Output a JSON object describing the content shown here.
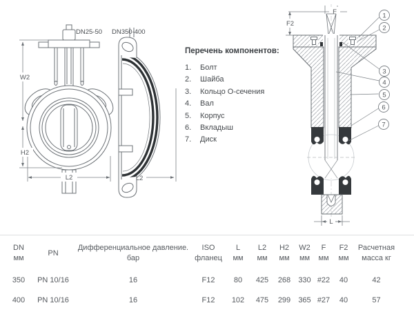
{
  "colors": {
    "line": "#6b7075",
    "liner_dark": "#35393c",
    "drawing_text": "#54585c",
    "table_text": "#55595e",
    "divider": "#dcdee0"
  },
  "drawings": {
    "front_view_label": "DN25-50",
    "side_view_label": "DN350-400",
    "dims": {
      "w2": "W2",
      "h2": "H2",
      "l2": "L2",
      "f": "F",
      "f2": "F2",
      "l": "L"
    },
    "callouts": [
      "1",
      "2",
      "3",
      "4",
      "5",
      "6",
      "7"
    ]
  },
  "components": {
    "title": "Перечень компонентов:",
    "items": [
      {
        "num": "1.",
        "label": "Болт"
      },
      {
        "num": "2.",
        "label": "Шайба"
      },
      {
        "num": "3.",
        "label": "Кольцо О-сечения"
      },
      {
        "num": "4.",
        "label": "Вал"
      },
      {
        "num": "5.",
        "label": "Корпус"
      },
      {
        "num": "6.",
        "label": "Вкладыш"
      },
      {
        "num": "7.",
        "label": "Диск"
      }
    ]
  },
  "table": {
    "headers": [
      {
        "line1": "DN",
        "line2": "мм"
      },
      {
        "line1": "PN",
        "line2": ""
      },
      {
        "line1": "Дифференциальное давление.",
        "line2": "бар"
      },
      {
        "line1": "ISO",
        "line2": "фланец"
      },
      {
        "line1": "L",
        "line2": "мм"
      },
      {
        "line1": "L2",
        "line2": "мм"
      },
      {
        "line1": "H2",
        "line2": "мм"
      },
      {
        "line1": "W2",
        "line2": "мм"
      },
      {
        "line1": "F",
        "line2": "мм"
      },
      {
        "line1": "F2",
        "line2": "мм"
      },
      {
        "line1": "Расчетная",
        "line2": "масса кг"
      }
    ],
    "rows": [
      [
        "350",
        "PN 10/16",
        "16",
        "F12",
        "80",
        "425",
        "268",
        "330",
        "#22",
        "40",
        "42"
      ],
      [
        "400",
        "PN 10/16",
        "16",
        "F12",
        "102",
        "475",
        "299",
        "365",
        "#27",
        "40",
        "57"
      ]
    ]
  }
}
